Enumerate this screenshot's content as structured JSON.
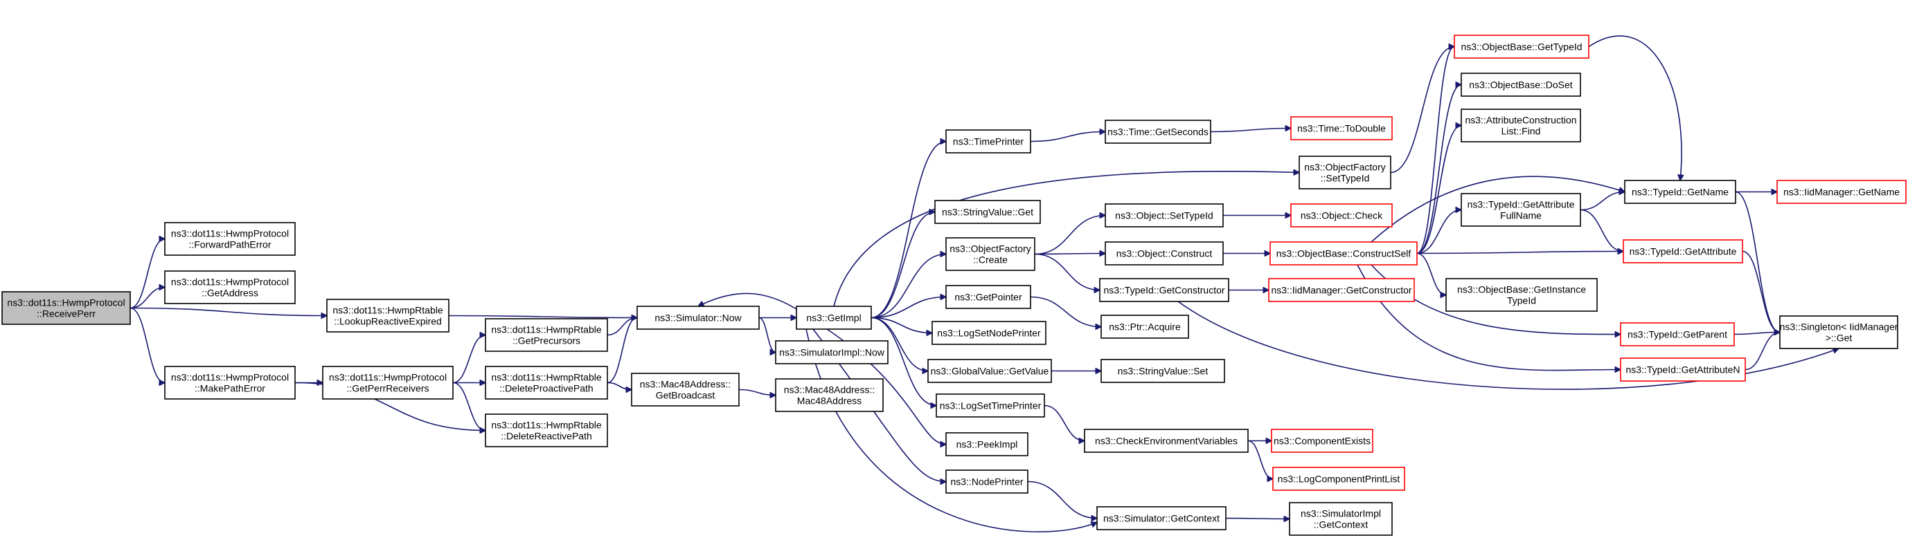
{
  "nodes": {
    "receive_perr": {
      "lines": [
        "ns3::dot11s::HwmpProtocol",
        "::ReceivePerr"
      ],
      "root": true
    },
    "forward_path_error": {
      "lines": [
        "ns3::dot11s::HwmpProtocol",
        "::ForwardPathError"
      ]
    },
    "get_address": {
      "lines": [
        "ns3::dot11s::HwmpProtocol",
        "::GetAddress"
      ]
    },
    "lookup_reactive_expired": {
      "lines": [
        "ns3::dot11s::HwmpRtable",
        "::LookupReactiveExpired"
      ]
    },
    "make_path_error": {
      "lines": [
        "ns3::dot11s::HwmpProtocol",
        "::MakePathError"
      ]
    },
    "get_perr_receivers": {
      "lines": [
        "ns3::dot11s::HwmpProtocol",
        "::GetPerrReceivers"
      ]
    },
    "get_precursors": {
      "lines": [
        "ns3::dot11s::HwmpRtable",
        "::GetPrecursors"
      ]
    },
    "delete_proactive_path": {
      "lines": [
        "ns3::dot11s::HwmpRtable",
        "::DeleteProactivePath"
      ]
    },
    "delete_reactive_path": {
      "lines": [
        "ns3::dot11s::HwmpRtable",
        "::DeleteReactivePath"
      ]
    },
    "simulator_now": {
      "lines": [
        "ns3::Simulator::Now"
      ]
    },
    "get_broadcast": {
      "lines": [
        "ns3::Mac48Address::",
        "GetBroadcast"
      ]
    },
    "mac48_address": {
      "lines": [
        "ns3::Mac48Address::",
        "Mac48Address"
      ]
    },
    "get_impl": {
      "lines": [
        "ns3::GetImpl"
      ]
    },
    "simulator_impl_now": {
      "lines": [
        "ns3::SimulatorImpl::Now"
      ]
    },
    "time_printer": {
      "lines": [
        "ns3::TimePrinter"
      ]
    },
    "string_value_get": {
      "lines": [
        "ns3::StringValue::Get"
      ]
    },
    "object_factory_create": {
      "lines": [
        "ns3::ObjectFactory",
        "::Create"
      ]
    },
    "get_pointer": {
      "lines": [
        "ns3::GetPointer"
      ]
    },
    "log_set_node_printer": {
      "lines": [
        "ns3::LogSetNodePrinter"
      ]
    },
    "global_value_get_value": {
      "lines": [
        "ns3::GlobalValue::GetValue"
      ]
    },
    "log_set_time_printer": {
      "lines": [
        "ns3::LogSetTimePrinter"
      ]
    },
    "peek_impl": {
      "lines": [
        "ns3::PeekImpl"
      ]
    },
    "node_printer": {
      "lines": [
        "ns3::NodePrinter"
      ]
    },
    "time_get_seconds": {
      "lines": [
        "ns3::Time::GetSeconds"
      ]
    },
    "time_to_double": {
      "lines": [
        "ns3::Time::ToDouble"
      ],
      "red": true
    },
    "object_factory_set_type_id": {
      "lines": [
        "ns3::ObjectFactory",
        "::SetTypeId"
      ]
    },
    "object_set_type_id": {
      "lines": [
        "ns3::Object::SetTypeId"
      ]
    },
    "object_check": {
      "lines": [
        "ns3::Object::Check"
      ],
      "red": true
    },
    "object_construct": {
      "lines": [
        "ns3::Object::Construct"
      ]
    },
    "type_id_get_constructor": {
      "lines": [
        "ns3::TypeId::GetConstructor"
      ]
    },
    "iid_manager_get_constructor": {
      "lines": [
        "ns3::IidManager::GetConstructor"
      ],
      "red": true
    },
    "ptr_acquire": {
      "lines": [
        "ns3::Ptr::Acquire"
      ]
    },
    "string_value_set": {
      "lines": [
        "ns3::StringValue::Set"
      ]
    },
    "check_environment_variables": {
      "lines": [
        "ns3::CheckEnvironmentVariables"
      ]
    },
    "component_exists": {
      "lines": [
        "ns3::ComponentExists"
      ],
      "red": true
    },
    "log_component_print_list": {
      "lines": [
        "ns3::LogComponentPrintList"
      ],
      "red": true
    },
    "simulator_get_context": {
      "lines": [
        "ns3::Simulator::GetContext"
      ]
    },
    "simulator_impl_get_context": {
      "lines": [
        "ns3::SimulatorImpl",
        "::GetContext"
      ]
    },
    "object_base_get_type_id": {
      "lines": [
        "ns3::ObjectBase::GetTypeId"
      ],
      "red": true
    },
    "object_base_do_set": {
      "lines": [
        "ns3::ObjectBase::DoSet"
      ]
    },
    "attribute_construction_list_find": {
      "lines": [
        "ns3::AttributeConstruction",
        "List::Find"
      ]
    },
    "object_base_construct_self": {
      "lines": [
        "ns3::ObjectBase::ConstructSelf"
      ],
      "red": true
    },
    "type_id_get_attribute_full_name": {
      "lines": [
        "ns3::TypeId::GetAttribute",
        "FullName"
      ]
    },
    "object_base_get_instance_type_id": {
      "lines": [
        "ns3::ObjectBase::GetInstance",
        "TypeId"
      ]
    },
    "type_id_get_name": {
      "lines": [
        "ns3::TypeId::GetName"
      ]
    },
    "iid_manager_get_name": {
      "lines": [
        "ns3::IidManager::GetName"
      ],
      "red": true
    },
    "type_id_get_attribute": {
      "lines": [
        "ns3::TypeId::GetAttribute"
      ],
      "red": true
    },
    "type_id_get_parent": {
      "lines": [
        "ns3::TypeId::GetParent"
      ],
      "red": true
    },
    "type_id_get_attribute_n": {
      "lines": [
        "ns3::TypeId::GetAttributeN"
      ],
      "red": true
    },
    "singleton_iid_manager_get": {
      "lines": [
        "ns3::Singleton< IidManager",
        ">::Get"
      ]
    }
  },
  "edges": [
    [
      "receive_perr",
      "forward_path_error"
    ],
    [
      "receive_perr",
      "get_address"
    ],
    [
      "receive_perr",
      "lookup_reactive_expired"
    ],
    [
      "receive_perr",
      "make_path_error"
    ],
    [
      "lookup_reactive_expired",
      "simulator_now"
    ],
    [
      "make_path_error",
      "get_perr_receivers"
    ],
    [
      "make_path_error",
      "delete_reactive_path"
    ],
    [
      "get_perr_receivers",
      "get_precursors"
    ],
    [
      "get_perr_receivers",
      "delete_proactive_path"
    ],
    [
      "get_perr_receivers",
      "delete_reactive_path"
    ],
    [
      "get_precursors",
      "simulator_now"
    ],
    [
      "delete_proactive_path",
      "simulator_now"
    ],
    [
      "delete_proactive_path",
      "get_broadcast"
    ],
    [
      "get_broadcast",
      "mac48_address"
    ],
    [
      "simulator_now",
      "get_impl"
    ],
    [
      "simulator_now",
      "simulator_impl_now"
    ],
    [
      "get_impl",
      "simulator_now"
    ],
    [
      "get_impl",
      "time_printer"
    ],
    [
      "get_impl",
      "object_factory_set_type_id"
    ],
    [
      "get_impl",
      "string_value_get"
    ],
    [
      "get_impl",
      "object_factory_create"
    ],
    [
      "get_impl",
      "get_pointer"
    ],
    [
      "get_impl",
      "log_set_node_printer"
    ],
    [
      "get_impl",
      "global_value_get_value"
    ],
    [
      "get_impl",
      "log_set_time_printer"
    ],
    [
      "get_impl",
      "peek_impl"
    ],
    [
      "get_impl",
      "node_printer"
    ],
    [
      "get_impl",
      "simulator_get_context"
    ],
    [
      "time_printer",
      "time_get_seconds"
    ],
    [
      "time_get_seconds",
      "time_to_double"
    ],
    [
      "object_factory_set_type_id",
      "object_base_get_type_id"
    ],
    [
      "object_factory_create",
      "object_set_type_id"
    ],
    [
      "object_factory_create",
      "object_construct"
    ],
    [
      "object_factory_create",
      "type_id_get_constructor"
    ],
    [
      "object_set_type_id",
      "object_check"
    ],
    [
      "object_construct",
      "object_base_construct_self"
    ],
    [
      "type_id_get_constructor",
      "iid_manager_get_constructor"
    ],
    [
      "type_id_get_constructor",
      "singleton_iid_manager_get"
    ],
    [
      "get_pointer",
      "ptr_acquire"
    ],
    [
      "global_value_get_value",
      "string_value_set"
    ],
    [
      "log_set_time_printer",
      "check_environment_variables"
    ],
    [
      "check_environment_variables",
      "component_exists"
    ],
    [
      "check_environment_variables",
      "log_component_print_list"
    ],
    [
      "node_printer",
      "simulator_get_context"
    ],
    [
      "simulator_get_context",
      "simulator_impl_get_context"
    ],
    [
      "object_base_construct_self",
      "object_base_get_type_id"
    ],
    [
      "object_base_construct_self",
      "object_base_do_set"
    ],
    [
      "object_base_construct_self",
      "attribute_construction_list_find"
    ],
    [
      "object_base_construct_self",
      "type_id_get_name"
    ],
    [
      "object_base_construct_self",
      "type_id_get_attribute_full_name"
    ],
    [
      "object_base_construct_self",
      "type_id_get_attribute"
    ],
    [
      "object_base_construct_self",
      "object_base_get_instance_type_id"
    ],
    [
      "object_base_construct_self",
      "type_id_get_parent"
    ],
    [
      "object_base_construct_self",
      "type_id_get_attribute_n"
    ],
    [
      "object_base_get_type_id",
      "type_id_get_name"
    ],
    [
      "type_id_get_attribute_full_name",
      "type_id_get_name"
    ],
    [
      "type_id_get_attribute_full_name",
      "type_id_get_attribute"
    ],
    [
      "type_id_get_name",
      "iid_manager_get_name"
    ],
    [
      "type_id_get_name",
      "singleton_iid_manager_get"
    ],
    [
      "type_id_get_attribute",
      "singleton_iid_manager_get"
    ],
    [
      "type_id_get_parent",
      "singleton_iid_manager_get"
    ],
    [
      "type_id_get_attribute_n",
      "singleton_iid_manager_get"
    ]
  ]
}
